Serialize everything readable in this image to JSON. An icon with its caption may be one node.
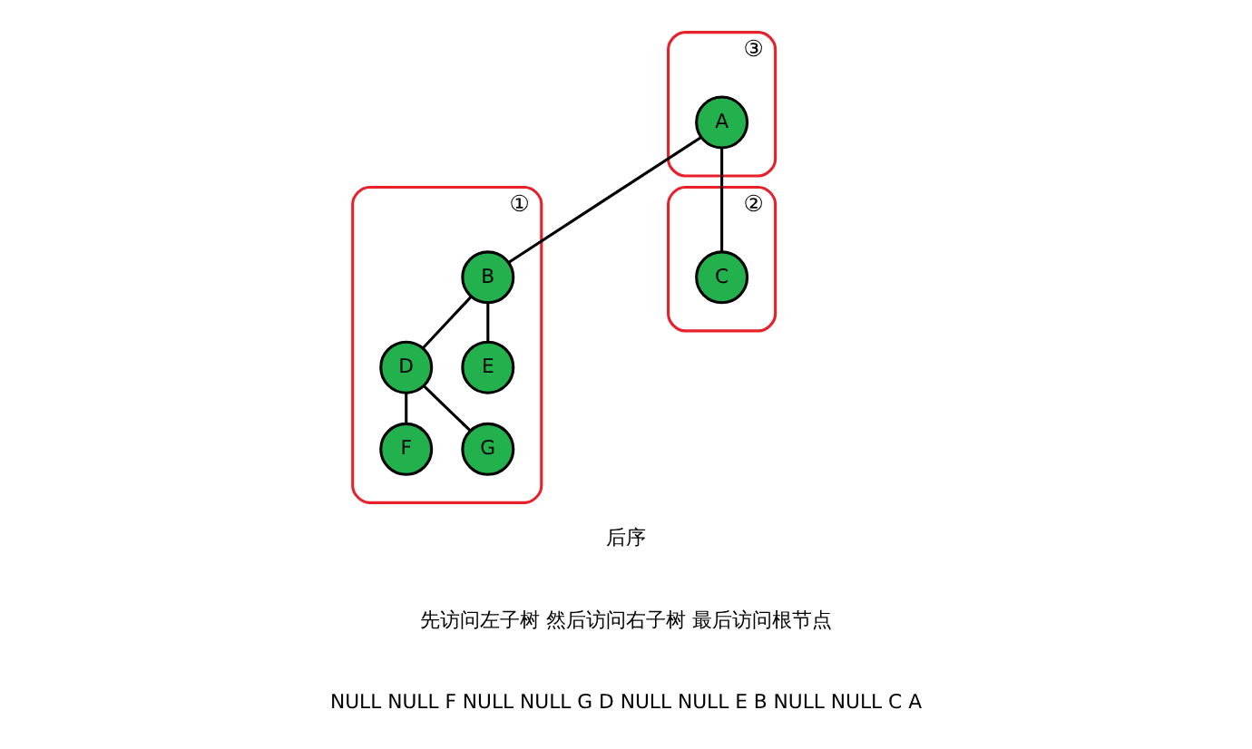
{
  "diagram": {
    "nodes": [
      {
        "text": [
          "③"
        ]
      },
      {
        "text": [
          "A"
        ],
        "in": 0
      },
      {
        "text": [
          "①"
        ]
      },
      {
        "text": [
          "B"
        ],
        "in": 2
      },
      {
        "text": [
          "②"
        ]
      },
      {
        "text": [
          "C"
        ],
        "in": 4
      },
      {
        "text": [
          "D"
        ],
        "in": 2
      },
      {
        "text": [
          "E"
        ],
        "in": 2
      },
      {
        "text": [
          "F"
        ],
        "in": 2
      },
      {
        "text": [
          "G"
        ],
        "in": 2
      }
    ],
    "edges": [
      {
        "from": 1,
        "to": 3,
        "arrow": "none"
      },
      {
        "from": 1,
        "to": 5,
        "arrow": "none"
      },
      {
        "from": 3,
        "to": 6,
        "arrow": "none"
      },
      {
        "from": 3,
        "to": 7,
        "arrow": "none"
      },
      {
        "from": 6,
        "to": 8,
        "arrow": "none"
      },
      {
        "from": 6,
        "to": 9,
        "arrow": "none"
      }
    ],
    "labels": [
      "后序",
      "先访问左子树 然后访问右子树 最后访问根节点",
      "NULL NULL F NULL NULL G D NULL NULL E B NULL NULL C A"
    ]
  }
}
